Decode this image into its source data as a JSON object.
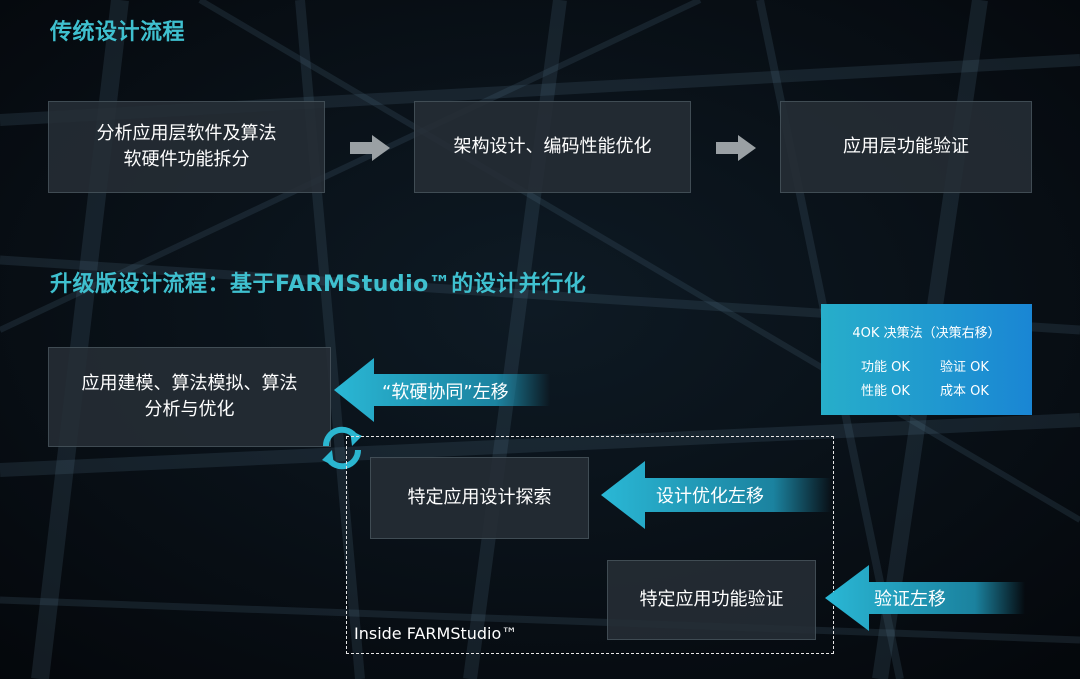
{
  "traditional": {
    "heading": "传统设计流程",
    "steps": [
      {
        "line1": "分析应用层软件及算法",
        "line2": "软硬件功能拆分"
      },
      {
        "line1": "架构设计、编码性能优化",
        "line2": ""
      },
      {
        "line1": "应用层功能验证",
        "line2": ""
      }
    ]
  },
  "upgraded": {
    "heading": "升级版设计流程：基于FARMStudio™的设计并行化",
    "model_box": {
      "line1": "应用建模、算法模拟、算法",
      "line2": "分析与优化"
    },
    "explore_box": "特定应用设计探索",
    "verify_box": "特定应用功能验证",
    "arrows": {
      "codesign": "“软硬协同”左移",
      "design_opt": "设计优化左移",
      "verify": "验证左移"
    },
    "inside_label": "Inside FARMStudio™"
  },
  "legend": {
    "title": "4OK 决策法（决策右移）",
    "items": [
      "功能 OK",
      "验证 OK",
      "性能 OK",
      "成本 OK"
    ]
  },
  "icons": {
    "gray_arrow": "right-arrow-icon",
    "sync": "sync-icon"
  },
  "colors": {
    "heading": "#3fc0cf",
    "accent": "#2bb6d0",
    "legend_left": "#27aeca",
    "legend_right": "#1a86d4",
    "background": "#060a10"
  }
}
